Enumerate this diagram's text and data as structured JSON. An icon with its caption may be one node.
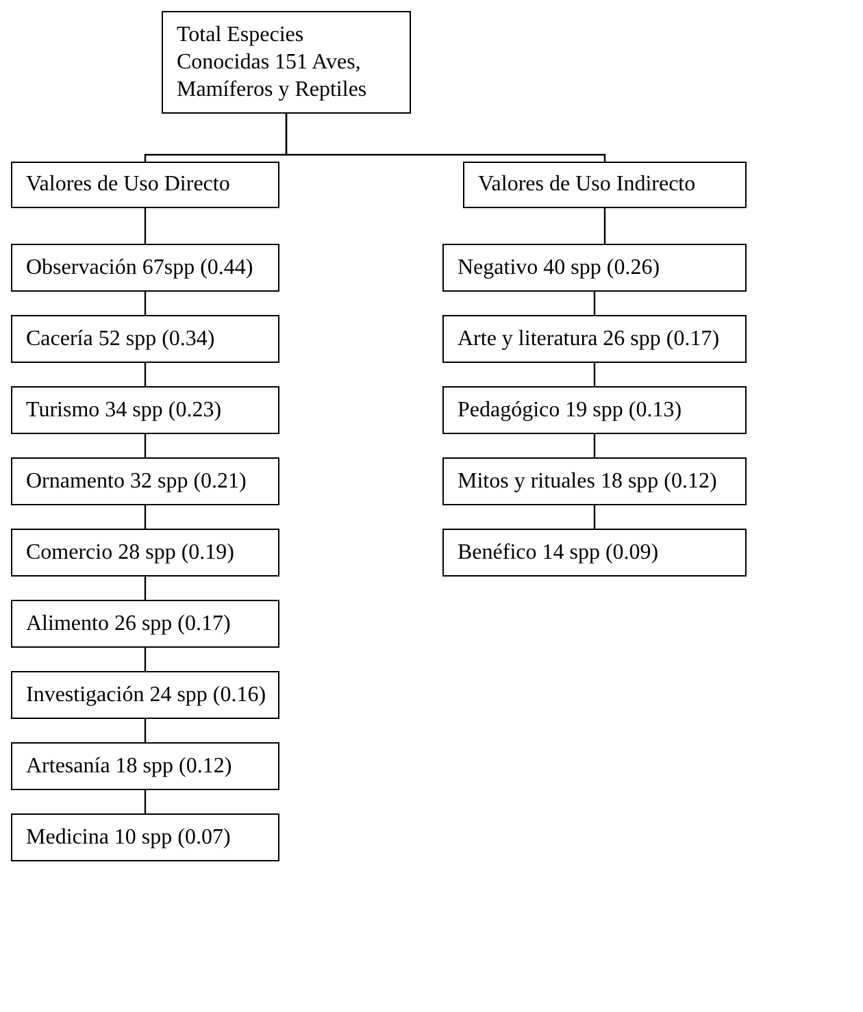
{
  "diagram": {
    "nodes": [
      {
        "text": [
          "Total Especies Conocidas 151 Aves, Mamíferos y Reptiles"
        ]
      },
      {
        "text": [
          "Valores de Uso Directo"
        ]
      },
      {
        "text": [
          "Valores de Uso Indirecto"
        ]
      },
      {
        "text": [
          "Observación 67spp (0.44)"
        ]
      },
      {
        "text": [
          "Cacería 52 spp (0.34)"
        ]
      },
      {
        "text": [
          "Turismo 34 spp (0.23)"
        ]
      },
      {
        "text": [
          "Ornamento 32 spp (0.21)"
        ]
      },
      {
        "text": [
          "Comercio 28 spp (0.19)"
        ]
      },
      {
        "text": [
          "Alimento 26 spp (0.17)"
        ]
      },
      {
        "text": [
          "Investigación 24 spp (0.16)"
        ]
      },
      {
        "text": [
          "Artesanía 18 spp (0.12)"
        ]
      },
      {
        "text": [
          "Medicina 10 spp (0.07)"
        ]
      },
      {
        "text": [
          "Negativo 40 spp (0.26)"
        ]
      },
      {
        "text": [
          "Arte y literatura 26 spp (0.17)"
        ]
      },
      {
        "text": [
          "Pedagógico 19 spp (0.13)"
        ]
      },
      {
        "text": [
          "Mitos y rituales 18 spp (0.12)"
        ]
      },
      {
        "text": [
          "Benéfico 14 spp (0.09)"
        ]
      }
    ],
    "edges": [
      {
        "from": 0,
        "to": 1,
        "arrow": "none"
      },
      {
        "from": 0,
        "to": 2,
        "arrow": "none"
      },
      {
        "from": 1,
        "to": 3,
        "arrow": "none"
      },
      {
        "from": 3,
        "to": 4,
        "arrow": "none"
      },
      {
        "from": 4,
        "to": 5,
        "arrow": "none"
      },
      {
        "from": 5,
        "to": 6,
        "arrow": "none"
      },
      {
        "from": 6,
        "to": 7,
        "arrow": "none"
      },
      {
        "from": 7,
        "to": 8,
        "arrow": "none"
      },
      {
        "from": 8,
        "to": 9,
        "arrow": "none"
      },
      {
        "from": 9,
        "to": 10,
        "arrow": "none"
      },
      {
        "from": 10,
        "to": 11,
        "arrow": "none"
      },
      {
        "from": 2,
        "to": 12,
        "arrow": "none"
      },
      {
        "from": 12,
        "to": 13,
        "arrow": "none"
      },
      {
        "from": 13,
        "to": 14,
        "arrow": "none"
      },
      {
        "from": 14,
        "to": 15,
        "arrow": "none"
      },
      {
        "from": 15,
        "to": 16,
        "arrow": "none"
      }
    ]
  }
}
